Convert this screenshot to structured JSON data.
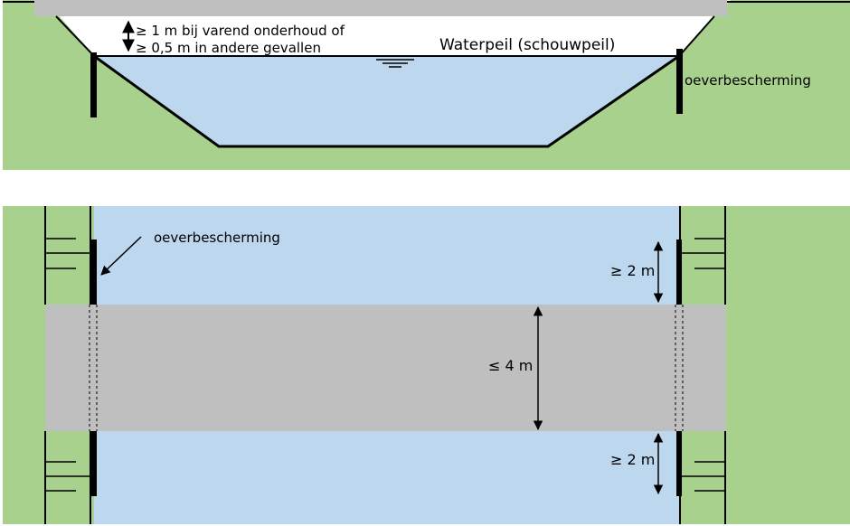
{
  "colors": {
    "grass": "#a9d18e",
    "water": "#bdd7ee",
    "road": "#bfbfbf",
    "line": "#000000",
    "white": "#ffffff"
  },
  "cross_section": {
    "clearance_line1": "≥ 1 m bij varend onderhoud of",
    "clearance_line2": "≥ 0,5 m in andere gevallen",
    "water_level": "Waterpeil (schouwpeil)",
    "bank_protection": "oeverbescherming"
  },
  "plan_view": {
    "bank_protection": "oeverbescherming",
    "dim_top": "≥ 2 m",
    "dim_middle": "≤ 4 m",
    "dim_bottom": "≥ 2 m"
  }
}
